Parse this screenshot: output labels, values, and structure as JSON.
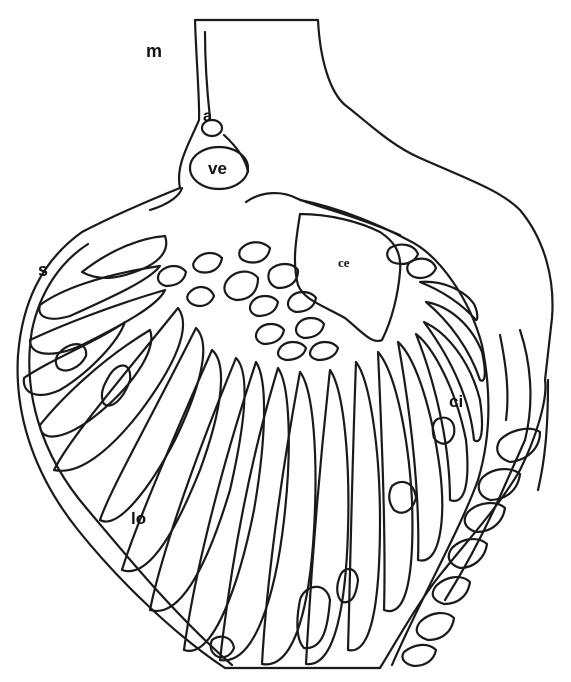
{
  "labels": {
    "m": "m",
    "a": "a",
    "ve": "ve",
    "ce": "ce",
    "s": "s",
    "ci": "ci",
    "lo": "lo"
  },
  "colors": {
    "stroke": "#1a1a1a",
    "background": "#ffffff"
  }
}
